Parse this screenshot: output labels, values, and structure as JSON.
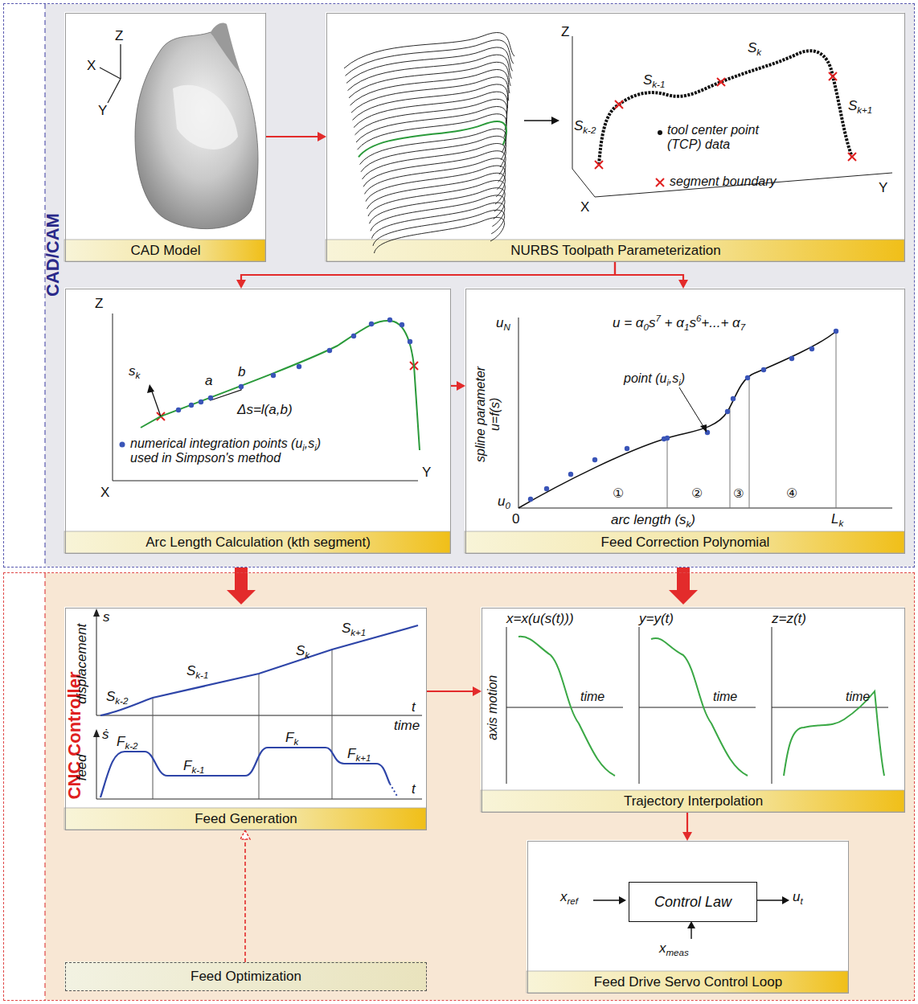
{
  "diagram": {
    "nodes": [
      {
        "text": [
          "CAD/CAM"
        ]
      },
      {
        "text": [
          "CAD Model"
        ],
        "in": 0
      },
      {
        "text": [
          "NURBS Toolpath Parameterization"
        ],
        "in": 0
      },
      {
        "text": [
          "Arc Length Calculation (kth segment)"
        ],
        "in": 0
      },
      {
        "text": [
          "Feed Correction Polynomial"
        ],
        "in": 0
      },
      {
        "text": [
          "CNC Controller"
        ]
      },
      {
        "text": [
          "Feed Generation"
        ],
        "in": 5
      },
      {
        "text": [
          "Trajectory Interpolation"
        ],
        "in": 5
      },
      {
        "text": [
          "Feed Drive Servo Control Loop"
        ],
        "in": 5
      },
      {
        "text": [
          "Control Law"
        ],
        "in": 8
      },
      {
        "text": [
          "Feed Optimization"
        ],
        "in": 5
      }
    ],
    "edges": [
      {
        "from": 1,
        "to": 2,
        "arrow": "to"
      },
      {
        "from": 2,
        "to": 3,
        "arrow": "to"
      },
      {
        "from": 2,
        "to": 4,
        "arrow": "to"
      },
      {
        "from": 3,
        "to": 4,
        "arrow": "to"
      },
      {
        "from": 0,
        "to": 5,
        "arrow": "to"
      },
      {
        "from": 0,
        "to": 5,
        "arrow": "to"
      },
      {
        "from": 6,
        "to": 7,
        "arrow": "to"
      },
      {
        "from": 7,
        "to": 8,
        "arrow": "to"
      },
      {
        "from": 10,
        "to": 6,
        "arrow": "to"
      }
    ],
    "labels": [
      "X",
      "Y",
      "Z",
      "Z",
      "Sk-2",
      "Sk-1",
      "Sk",
      "Sk+1",
      "tool center point (TCP) data",
      "segment boundary",
      "X",
      "Y",
      "Z",
      "sk",
      "a",
      "b",
      "Δs=l(a,b)",
      "numerical integration points (ui,si) used in Simpson's method",
      "X",
      "Y",
      "u = α0s7 + α1s6+...+ α7",
      "uN",
      "spline parameter u=f(s)",
      "point (ui,si)",
      "u0",
      "0",
      "arc length (sk)",
      "Lk",
      "①",
      "②",
      "③",
      "④",
      "s",
      "displacement",
      "Sk-2",
      "Sk-1",
      "Sk",
      "Sk+1",
      "t",
      "time",
      "ṡ",
      "feed",
      "Fk-2",
      "Fk-1",
      "Fk",
      "Fk+1",
      "t",
      "x=x(u(s(t)))",
      "y=y(t)",
      "z=z(t)",
      "axis motion",
      "time",
      "time",
      "time",
      "xref",
      "ut",
      "xmeas"
    ]
  }
}
